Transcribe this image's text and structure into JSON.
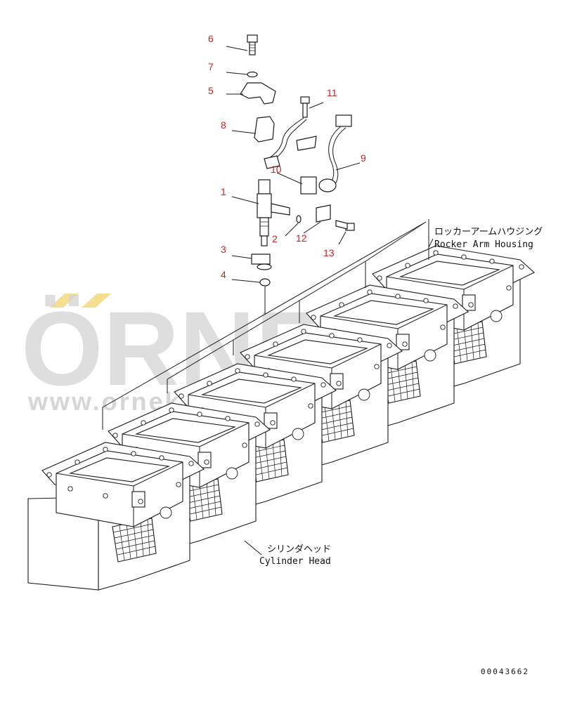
{
  "callouts": [
    {
      "num": "6"
    },
    {
      "num": "7"
    },
    {
      "num": "5"
    },
    {
      "num": "11"
    },
    {
      "num": "8"
    },
    {
      "num": "9"
    },
    {
      "num": "10"
    },
    {
      "num": "1"
    },
    {
      "num": "2"
    },
    {
      "num": "12"
    },
    {
      "num": "13"
    },
    {
      "num": "3"
    },
    {
      "num": "4"
    }
  ],
  "labels": {
    "rocker_jp": "ロッカーアームハウジング",
    "rocker_en": "Rocker Arm Housing",
    "head_jp": "シリンダヘッド",
    "head_en": "Cylinder Head"
  },
  "doc_number": "00043662",
  "watermark": {
    "brand": "ÖRNEK",
    "url": "www.ornekyedekparca.com.tr"
  },
  "colors": {
    "callout": "#d02020",
    "line": "#1a1a1a",
    "watermark": "#d7d7d7",
    "watermark_accent": "#f0d060"
  }
}
